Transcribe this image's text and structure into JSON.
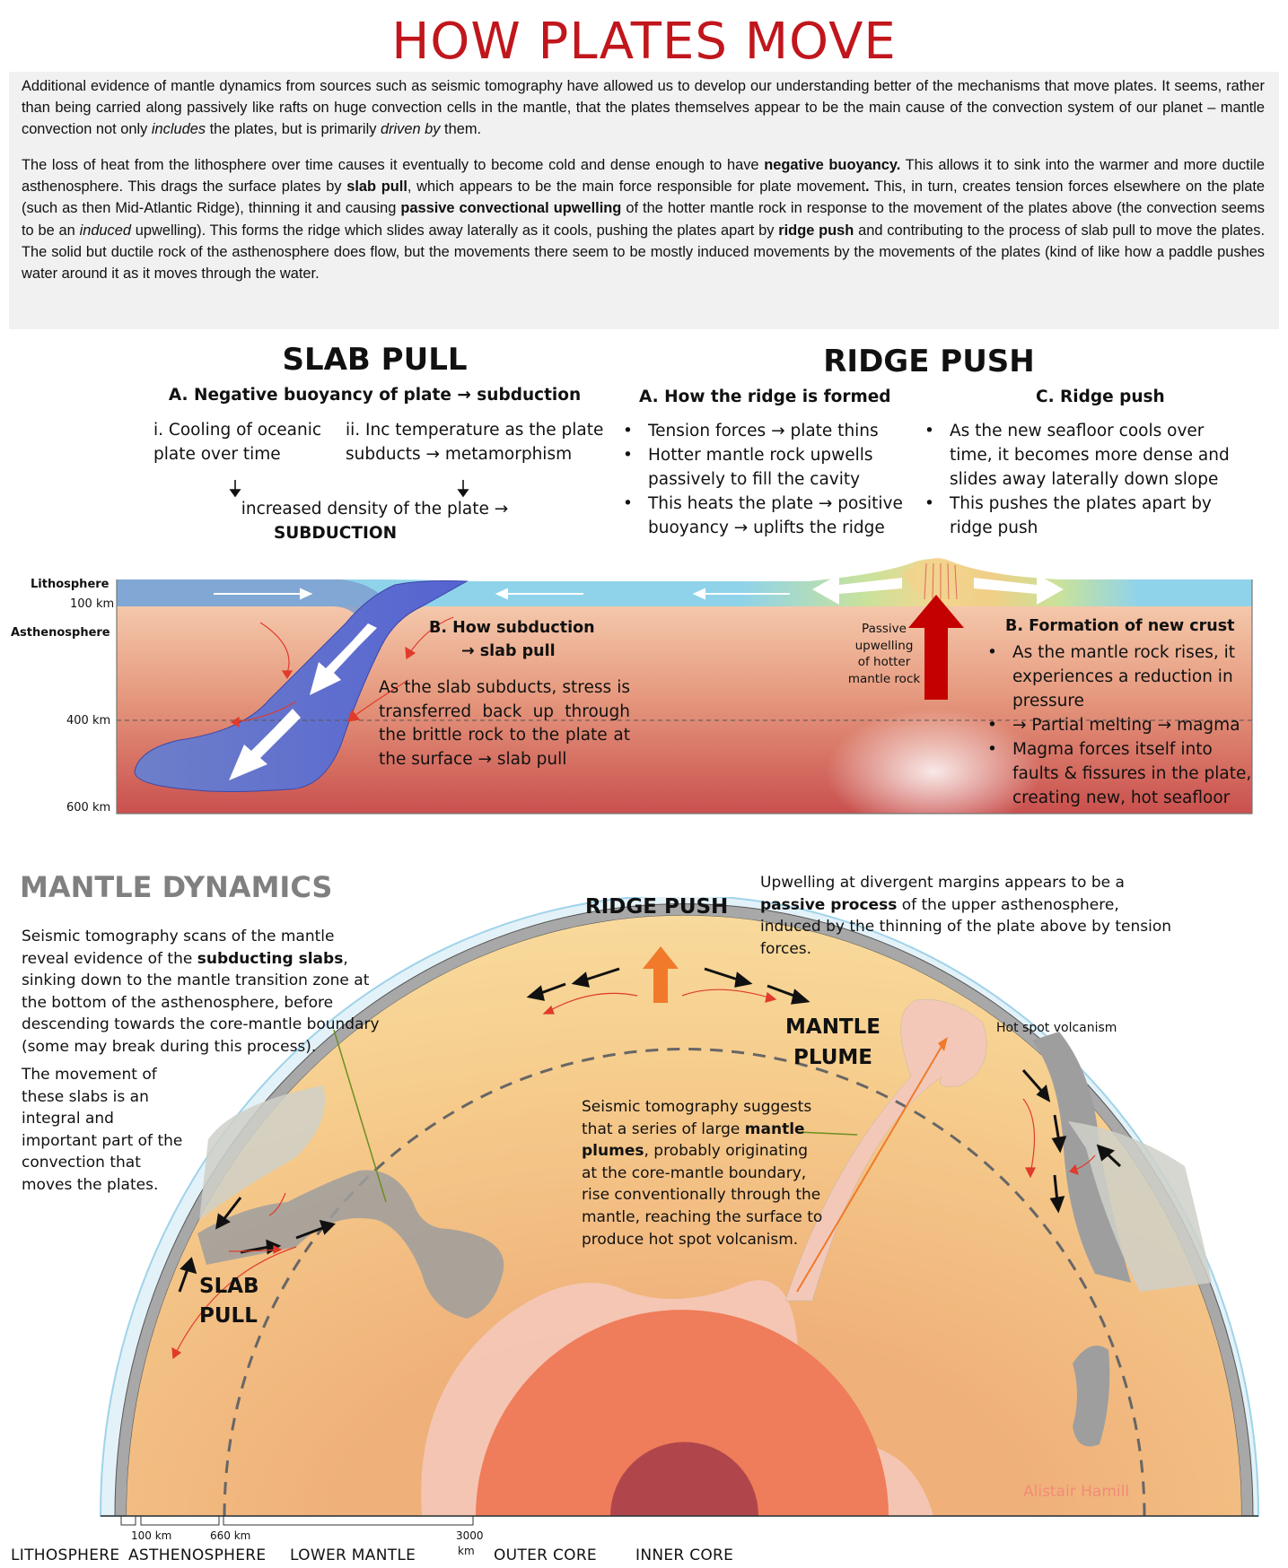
{
  "title": "HOW PLATES MOVE",
  "intro": {
    "p1": "Additional evidence of mantle dynamics from sources such as seismic tomography have allowed us to develop our understanding better of the mechanisms that move plates. It seems, rather than being carried along passively like rafts on huge convection cells in the mantle, that the plates themselves appear to be the main cause of the convection system of our planet – mantle convection not only <i>includes</i> the plates, but is primarily <i>driven by</i> them.",
    "p2": "The loss of heat from the lithosphere over time causes it eventually to become cold and dense enough to have <b>negative buoyancy.</b> This allows it to sink into the warmer and more ductile asthenosphere. This drags the surface plates by <b>slab pull</b>, which appears to be the main force responsible for plate movement<b>.</b> This, in turn, creates tension forces elsewhere on the plate (such as then Mid-Atlantic Ridge), thinning it and causing <b>passive convectional upwelling</b> of the hotter mantle rock in response to the movement of the plates above (the convection seems to be an <i>induced</i> upwelling). This forms the ridge which slides away laterally as it cools, pushing the plates apart by <b>ridge push</b> and contributing to the process of slab pull to move the plates. The solid but ductile rock of the asthenosphere does flow, but the movements there seem to be mostly induced movements by the movements of the plates (kind of like how a paddle pushes water around it as it moves through the water."
  },
  "slab_pull": {
    "heading": "SLAB PULL",
    "subheading": "A. Negative buoyancy of plate → subduction",
    "col1": [
      "i. Cooling of oceanic",
      "plate over time"
    ],
    "col2": [
      "ii. Inc temperature as the plate",
      "subducts → metamorphism"
    ],
    "result_line1": "increased density of the plate →",
    "result_line2": "SUBDUCTION"
  },
  "ridge_push": {
    "heading": "RIDGE PUSH",
    "a_heading": "A. How the ridge is formed",
    "a_bullets": [
      "Tension forces → plate thins",
      "Hotter mantle rock upwells passively to fill the cavity",
      "This heats the plate → positive buoyancy → uplifts the ridge"
    ],
    "c_heading": "C. Ridge push",
    "c_bullets": [
      "As the new seafloor cools over time, it becomes more dense and slides away laterally down slope",
      "This pushes the plates apart by ridge push"
    ]
  },
  "cross_section": {
    "lithosphere_label": "Lithosphere",
    "asthenosphere_label": "Asthenosphere",
    "depth_100": "100 km",
    "depth_400": "400 km",
    "depth_600": "600 km",
    "b_subduction_heading1": "B. How subduction",
    "b_subduction_heading2": "→ slab pull",
    "b_subduction_text": "As the slab subducts, stress is transferred back up through the brittle rock to the plate at the surface → slab pull",
    "passive_upwelling": [
      "Passive",
      "upwelling",
      "of hotter",
      "mantle rock"
    ],
    "b_crust_heading": "B. Formation of new crust",
    "b_crust_bullets": [
      "As the mantle rock rises, it experiences a reduction in pressure",
      "→ Partial melting → magma",
      "Magma forces itself into faults & fissures in the plate, creating new, hot seafloor"
    ]
  },
  "mantle_dynamics": {
    "heading": "MANTLE DYNAMICS",
    "left_text1": "Seismic tomography scans of the mantle reveal evidence of the <b>subducting slabs</b>, sinking down to the mantle transition zone at the bottom of the asthenosphere, before descending towards the core-mantle boundary (some may break during this process).",
    "left_text2": "The movement of these slabs is an integral and important part of the convection that moves the plates.",
    "ridge_push_label": "RIDGE PUSH",
    "top_right_text": "Upwelling at divergent margins appears to be a <b>passive process</b> of the upper asthenosphere, induced by the thinning of the plate above by tension forces.",
    "mantle_plume_label": [
      "MANTLE",
      "PLUME"
    ],
    "hot_spot_label": "Hot spot volcanism",
    "plume_text": "Seismic tomography suggests that a series of large <b>mantle plumes</b>, probably originating at the core-mantle boundary, rise conventionally through the mantle, reaching the surface to produce hot spot volcanism.",
    "slab_pull_label": [
      "SLAB",
      "PULL"
    ],
    "credit": "Alistair Hamill",
    "scale_km": [
      "100 km",
      "660 km",
      "3000",
      "km"
    ],
    "layers": [
      "LITHOSPHERE",
      "ASTHENOSPHERE",
      "LOWER MANTLE",
      "OUTER CORE",
      "INNER CORE"
    ]
  },
  "colors": {
    "title_red": "#c0161c",
    "lithosphere_blue": "#8ecfe8",
    "slab_blue": "#5058c8",
    "mantle_orange": "#f0b27a",
    "core_outer": "#ef7c5a",
    "core_inner": "#b0464c",
    "plate_grey": "#a9a9a9",
    "heading_grey": "#808080"
  }
}
